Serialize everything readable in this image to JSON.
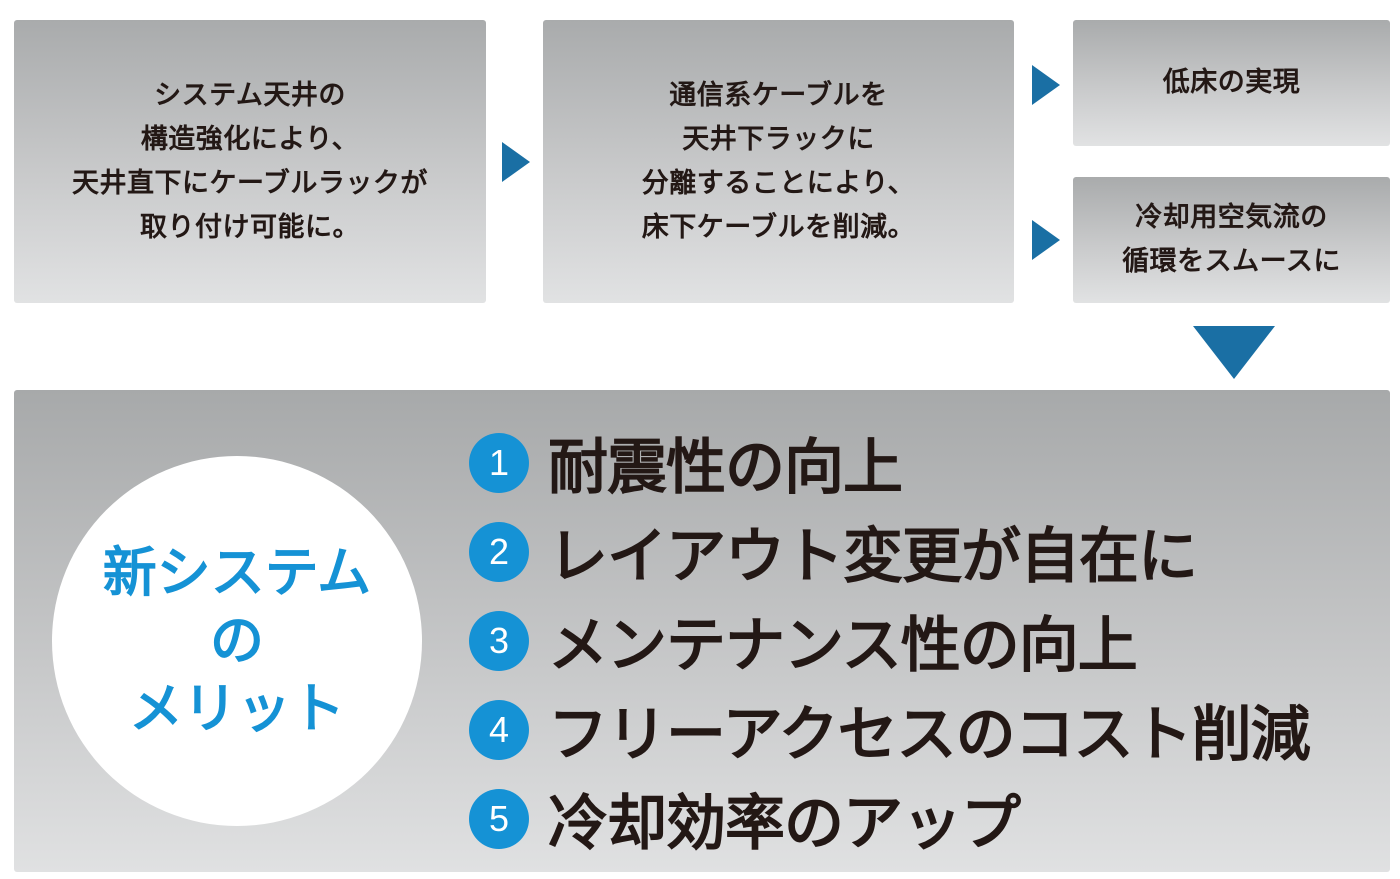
{
  "flow": {
    "step1": "システム天井の\n構造強化により、\n天井直下にケーブルラックが\n取り付け可能に。",
    "step2": "通信系ケーブルを\n天井下ラックに\n分離することにより、\n床下ケーブルを削減。",
    "result1": "低床の実現",
    "result2": "冷却用空気流の\n循環をスムースに"
  },
  "merits": {
    "title": "新システム\nの\nメリット",
    "items": [
      {
        "number": "1",
        "label": "耐震性の向上"
      },
      {
        "number": "2",
        "label": "レイアウト変更が自在に"
      },
      {
        "number": "3",
        "label": "メンテナンス性の向上"
      },
      {
        "number": "4",
        "label": "フリーアクセスのコスト削減"
      },
      {
        "number": "5",
        "label": "冷却効率のアップ"
      }
    ]
  },
  "colors": {
    "accent": "#1592d5",
    "arrow": "#1a6fa4",
    "text": "#231815"
  }
}
